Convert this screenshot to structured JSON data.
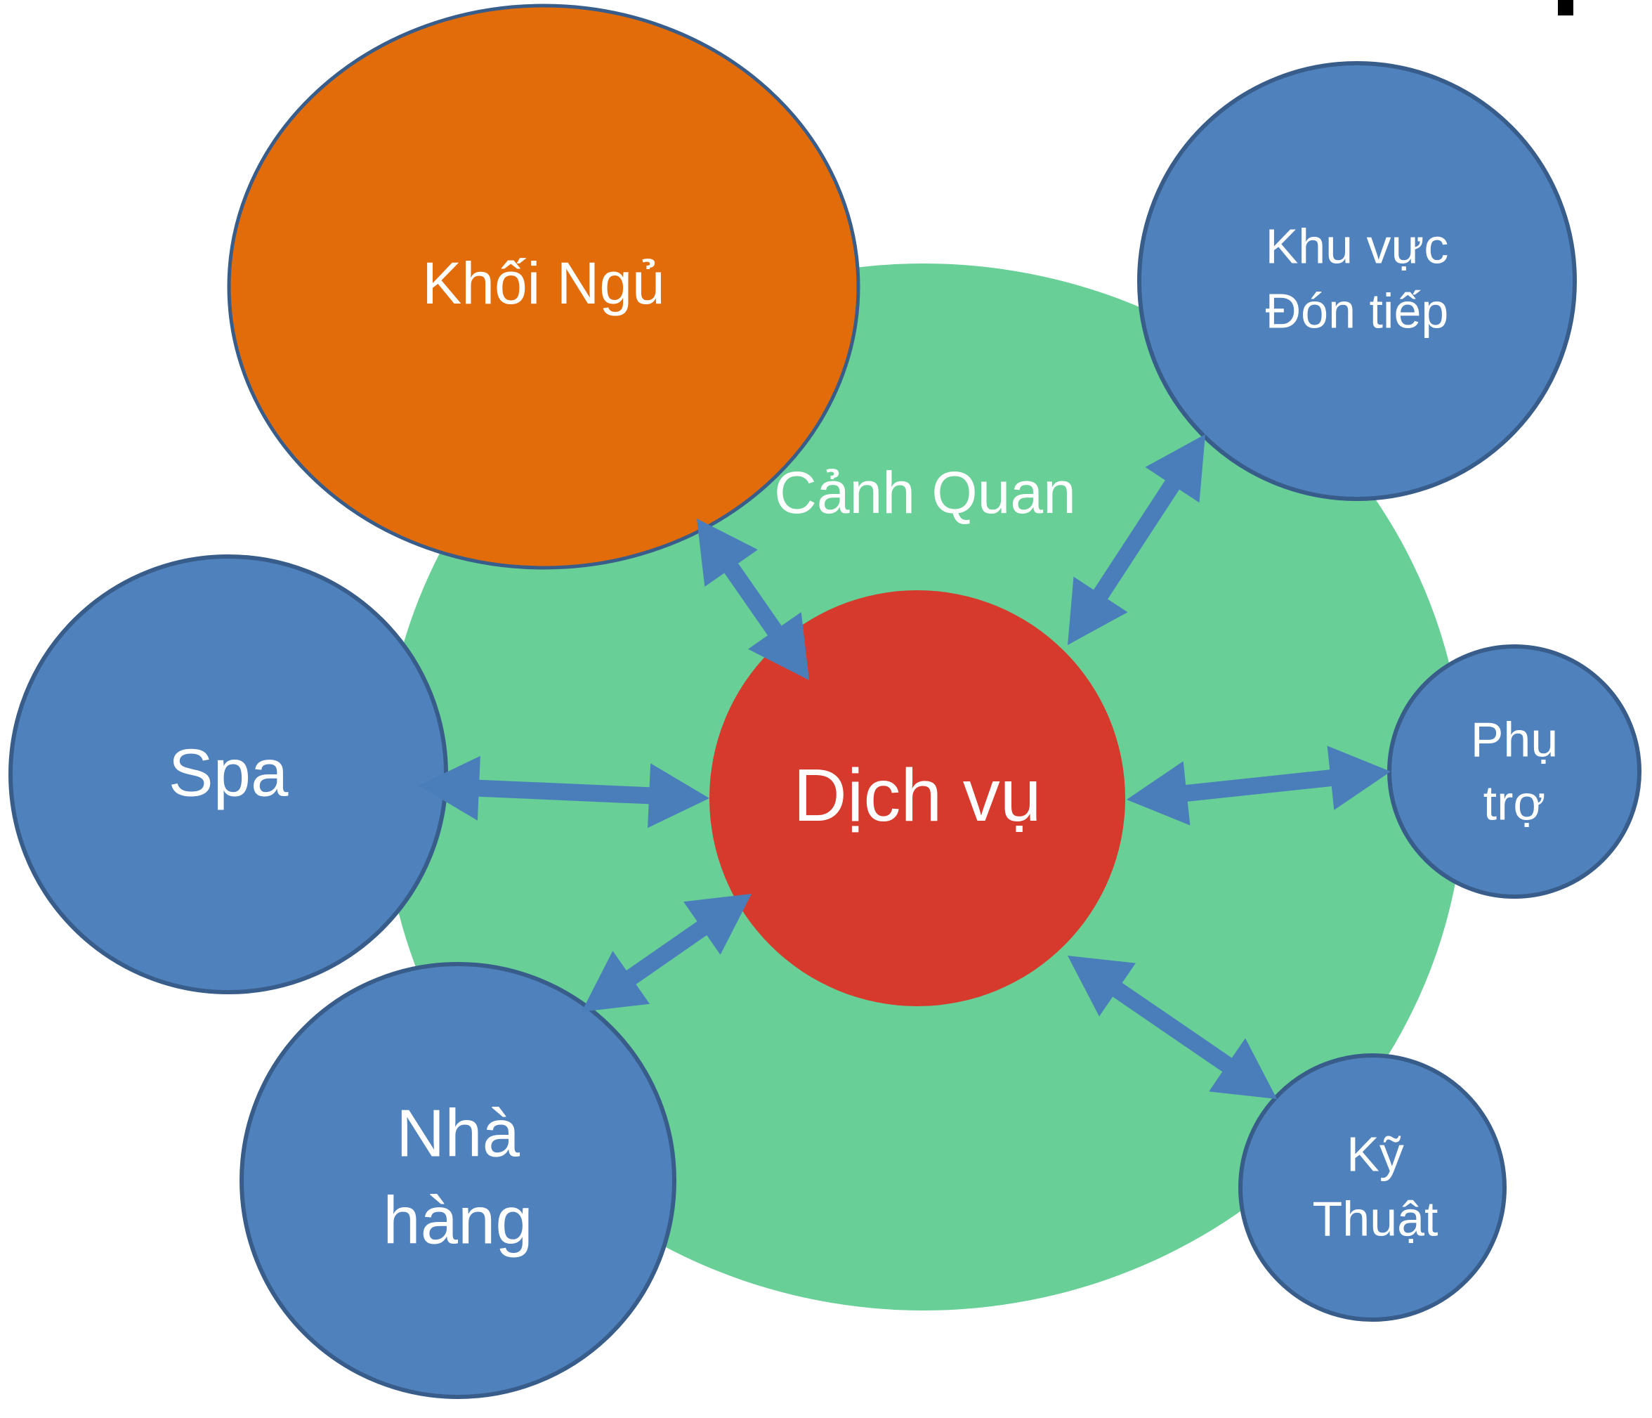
{
  "diagram": {
    "outer": {
      "label": "Cảnh Quan"
    },
    "center": {
      "label": "Dịch vụ"
    },
    "khoi_ngu": {
      "label": "Khối Ngủ"
    },
    "khu_vuc": {
      "line1": "Khu vực",
      "line2": "Đón tiếp"
    },
    "spa": {
      "label": "Spa"
    },
    "phu_tro": {
      "line1": "Phụ",
      "line2": "trợ"
    },
    "nha_hang": {
      "line1": "Nhà",
      "line2": "hàng"
    },
    "ky_thuat": {
      "line1": "Kỹ",
      "line2": "Thuật"
    }
  },
  "colors": {
    "landscape_green": "#68CF96",
    "service_red": "#D63A2C",
    "sleep_orange": "#E36C0A",
    "node_blue": "#4F81BD",
    "outline_navy": "#385D8A",
    "arrow_blue": "#4A7EBB",
    "text_white": "#FFFFFF"
  }
}
